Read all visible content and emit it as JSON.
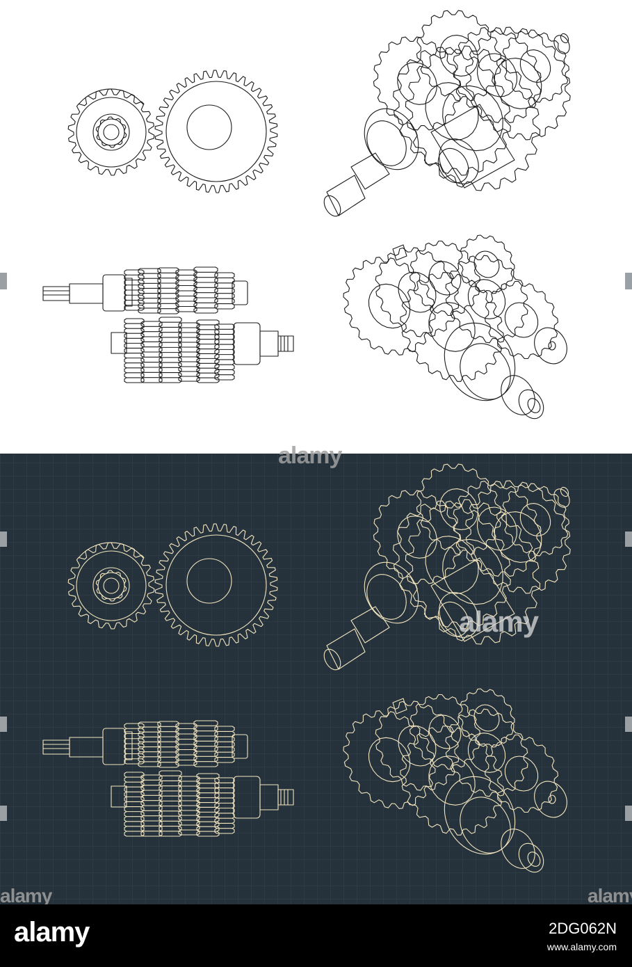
{
  "footer": {
    "brand": "alamy",
    "image_id": "2DG062N",
    "url": "www.alamy.com"
  },
  "watermark": {
    "text": "alamy"
  },
  "colors": {
    "top_background": "#ffffff",
    "top_lines": "#1a1a1a",
    "blueprint_background": "#26323b",
    "blueprint_grid": "#33414b",
    "blueprint_lines": "#f3e6c0",
    "footer_background": "#000000"
  },
  "drawings": [
    "gear-pair-front-view",
    "gearbox-isometric-view-1",
    "gearbox-side-view",
    "gearbox-isometric-view-2"
  ]
}
